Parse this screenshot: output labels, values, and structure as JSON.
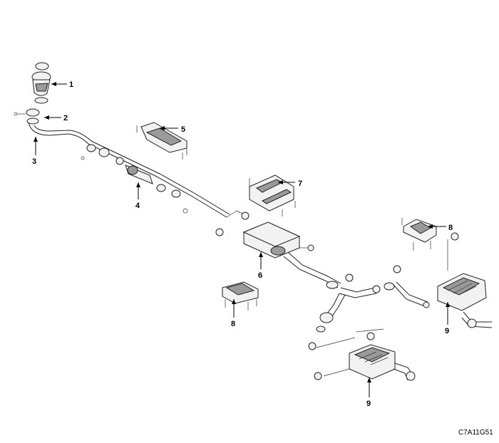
{
  "diagram": {
    "image_code": "C7A11G51",
    "callouts": {
      "c1": "1",
      "c2": "2",
      "c3": "3",
      "c4": "4",
      "c5": "5",
      "c6": "6",
      "c7": "7",
      "c8a": "8",
      "c8b": "8",
      "c9a": "9",
      "c9b": "9"
    }
  }
}
